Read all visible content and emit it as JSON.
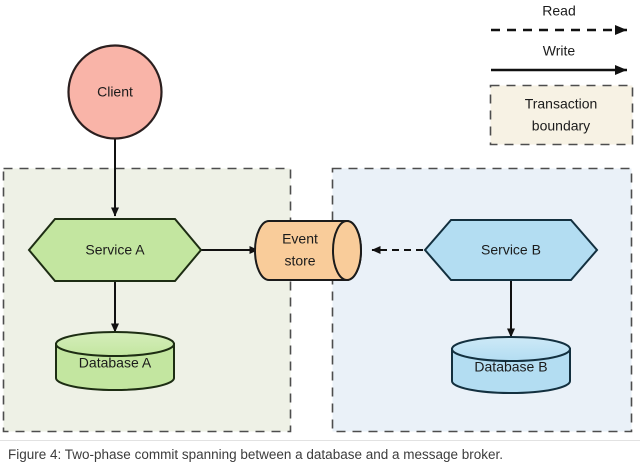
{
  "figure": {
    "caption": "Figure 4: Two-phase commit spanning between a database and a message broker."
  },
  "legend": {
    "read_label": "Read",
    "write_label": "Write",
    "boundary_label_line1": "Transaction",
    "boundary_label_line2": "boundary"
  },
  "diagram": {
    "nodes": {
      "client": "Client",
      "service_a": "Service A",
      "service_b": "Service B",
      "event_store_line1": "Event",
      "event_store_line2": "store",
      "database_a": "Database A",
      "database_b": "Database B"
    }
  },
  "colors": {
    "client_fill": "#f9b4a8",
    "client_stroke": "#2b1f1f",
    "service_a_fill": "#c3e6a0",
    "service_a_stroke": "#1d2d13",
    "service_b_fill": "#b3ddf2",
    "service_b_stroke": "#13303f",
    "event_store_fill": "#f9cc9a",
    "event_store_stroke": "#1b1b1b",
    "database_a_fill": "#c3e6a0",
    "database_a_stroke": "#1d2d13",
    "database_b_fill": "#b3ddf2",
    "database_b_stroke": "#13303f",
    "boundary_left_fill": "#eef1e6",
    "boundary_right_fill": "#eaf1f8",
    "boundary_stroke": "#4d4d4d",
    "legend_box_fill": "#f7f2e4",
    "arrow_stroke": "#111111",
    "page_background": "#ffffff"
  }
}
